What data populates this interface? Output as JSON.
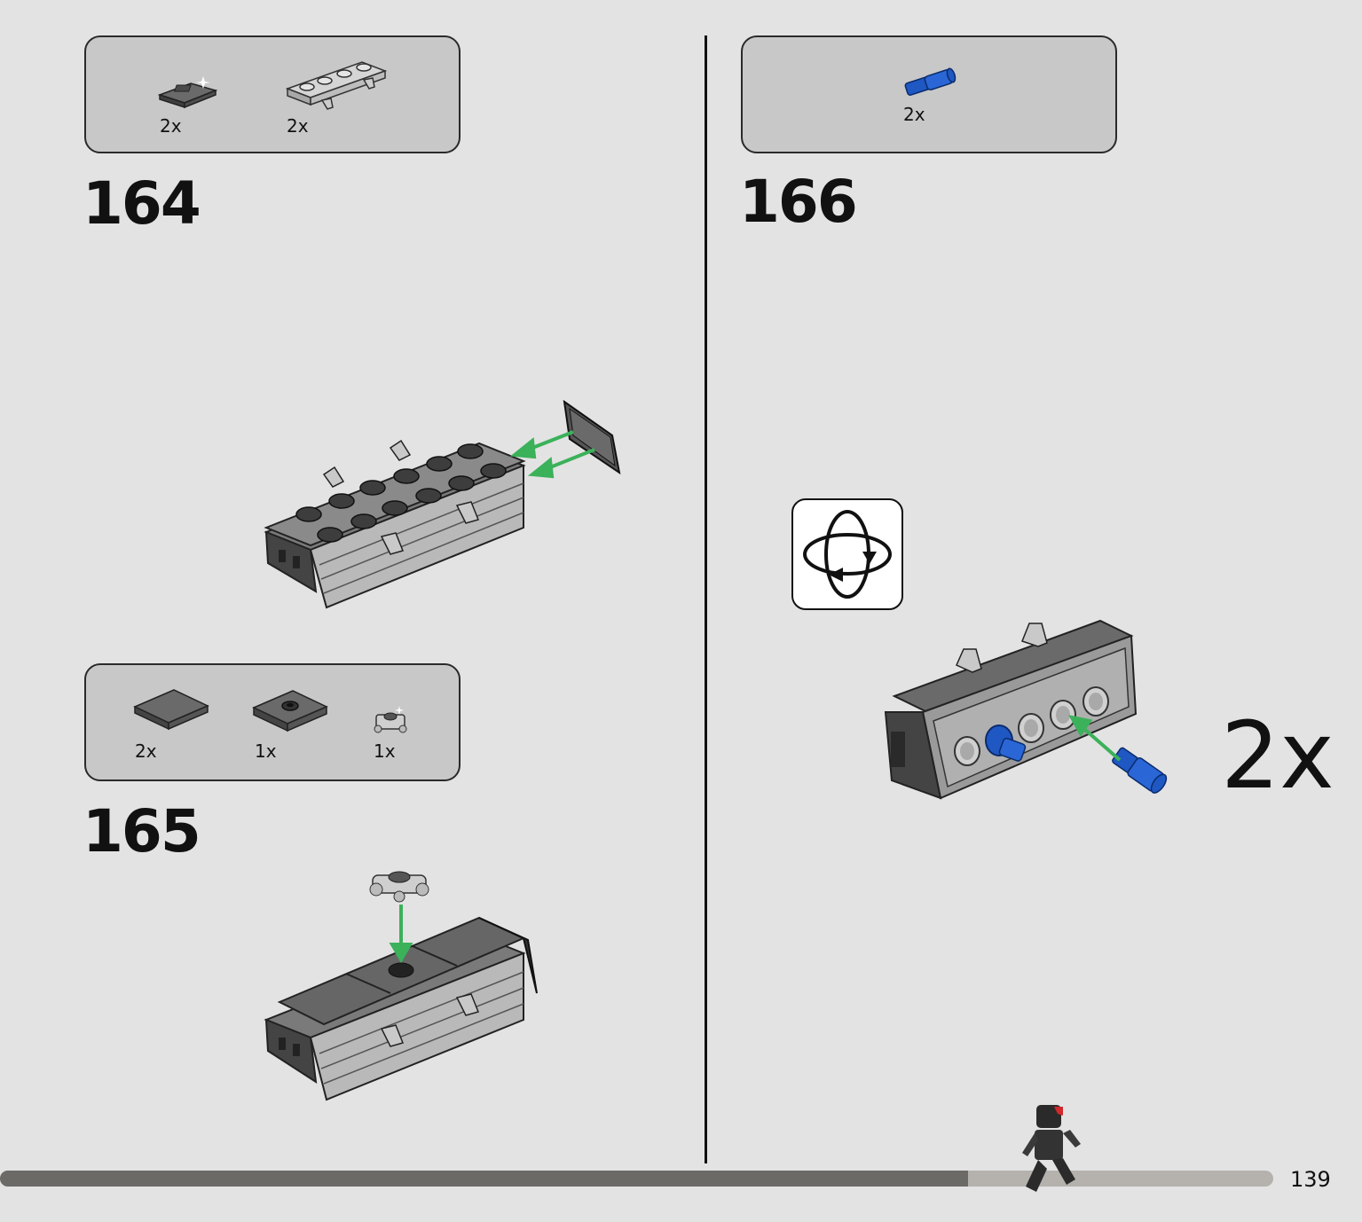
{
  "steps": [
    {
      "number": "164",
      "parts": [
        {
          "qty": "2x",
          "icon": "dark-tile-1x2-icon"
        },
        {
          "qty": "2x",
          "icon": "light-plate-with-clips-icon"
        }
      ]
    },
    {
      "number": "165",
      "parts": [
        {
          "qty": "2x",
          "icon": "dark-tile-2x2-icon"
        },
        {
          "qty": "1x",
          "icon": "dark-plate-2x2-with-stud-icon"
        },
        {
          "qty": "1x",
          "icon": "light-plate-with-clips-icon"
        }
      ]
    },
    {
      "number": "166",
      "parts": [
        {
          "qty": "2x",
          "icon": "blue-axle-pin-icon"
        }
      ],
      "multiplier": "2x",
      "rotate_icon": "rotate-model-icon"
    }
  ],
  "colors": {
    "dark_gray": "#5a5a5a",
    "light_gray": "#a8a8a8",
    "blue": "#1f57c3",
    "arrow_green": "#3bb15a",
    "background": "#e3e3e3",
    "parts_box": "#c8c8c8"
  },
  "footer": {
    "page_number": "139",
    "progress": 0.76
  }
}
